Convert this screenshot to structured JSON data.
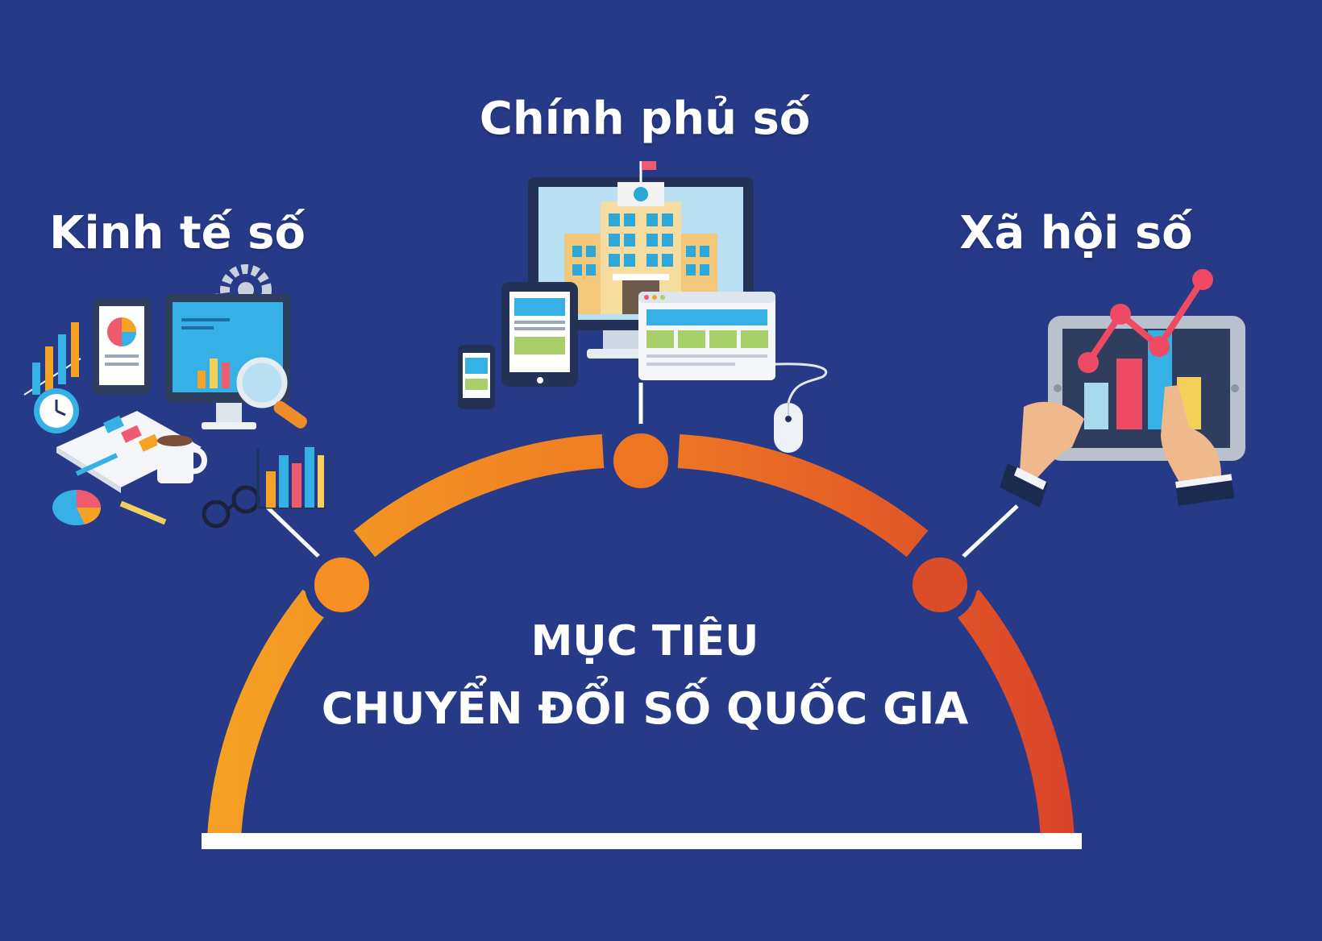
{
  "pillars": {
    "government": "Chính phủ số",
    "economy": "Kinh tế số",
    "society": "Xã hội số"
  },
  "goal": {
    "line1": "MỤC TIÊU",
    "line2": "CHUYỂN ĐỔI SỐ QUỐC GIA"
  },
  "colors": {
    "background": "#263a88",
    "arc_start": "#f6a224",
    "arc_mid": "#ef7a23",
    "arc_end": "#d9432a",
    "base_line": "#ffffff"
  },
  "icons": {
    "economy": "business-analytics-illustration-icon",
    "government": "government-building-devices-icon",
    "society": "tablet-chart-hands-icon"
  }
}
